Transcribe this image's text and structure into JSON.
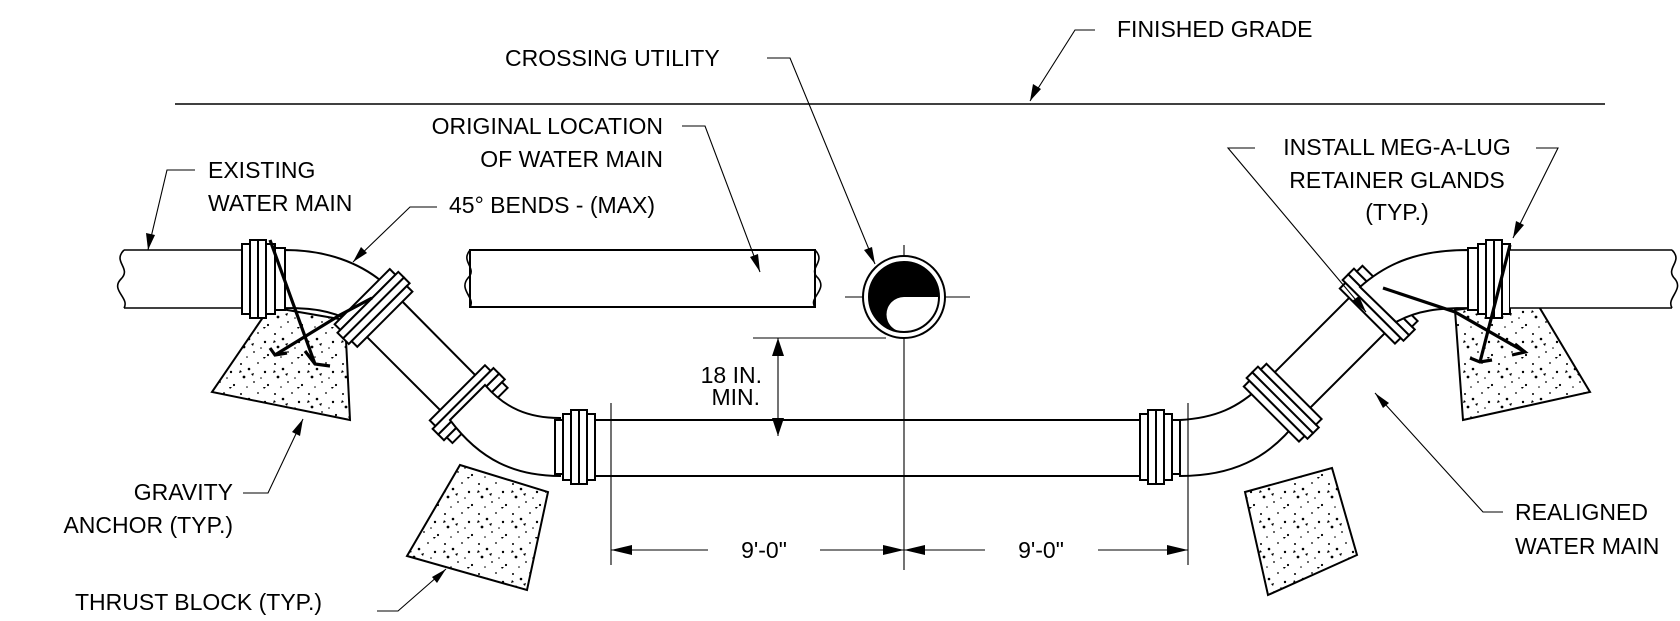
{
  "labels": {
    "finished_grade": "FINISHED GRADE",
    "crossing_utility": "CROSSING UTILITY",
    "original_location_1": "ORIGINAL LOCATION",
    "original_location_2": "OF WATER MAIN",
    "existing_1": "EXISTING",
    "existing_2": "WATER MAIN",
    "bends": "45° BENDS - (MAX)",
    "install_1": "INSTALL MEG-A-LUG",
    "install_2": "RETAINER GLANDS",
    "install_3": "(TYP.)",
    "separation_1": "18 IN.",
    "separation_2": "MIN.",
    "gravity_1": "GRAVITY",
    "gravity_2": "ANCHOR (TYP.)",
    "thrust": "THRUST BLOCK (TYP.)",
    "realigned_1": "REALIGNED",
    "realigned_2": "WATER MAIN",
    "dim_left": "9'-0\"",
    "dim_right": "9'-0\""
  }
}
